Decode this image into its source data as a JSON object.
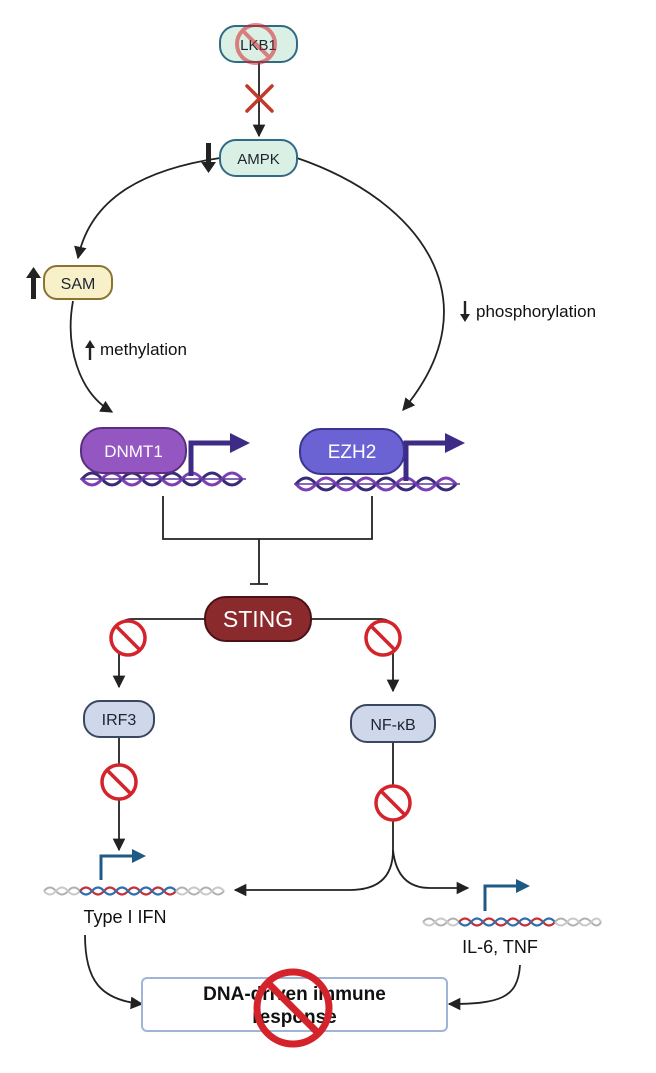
{
  "nodes": {
    "lkb1": "LKB1",
    "ampk": "AMPK",
    "sam": "SAM",
    "dnmt1": "DNMT1",
    "ezh2": "EZH2",
    "sting": "STING",
    "irf3": "IRF3",
    "nfkb": "NF-κB"
  },
  "labels": {
    "methylation": "methylation",
    "phosphorylation": "phosphorylation",
    "type_i_ifn": "Type I IFN",
    "il6_tnf": "IL-6, TNF",
    "outcome_line1": "DNA-driven immune",
    "outcome_line2": "response"
  },
  "icons": {
    "inhibited": "no-symbol-icon",
    "blocked_arrow": "x-mark-icon",
    "decrease": "down-arrow-icon",
    "increase": "up-arrow-icon",
    "transcription": "transcription-start-arrow-icon",
    "dna": "dna-helix-icon"
  },
  "colors": {
    "lkb1_fill": "#dbf0e4",
    "lkb1_stroke": "#2f6a86",
    "ampk_fill": "#dbf0e4",
    "sam_fill": "#f7f0c8",
    "sam_stroke": "#8a7530",
    "dnmt1_fill": "#9457c2",
    "ezh2_fill": "#6b63d4",
    "sting_fill": "#8b2a2d",
    "tf_fill": "#cfd7ea",
    "tf_stroke": "#39485f",
    "inhibit_red": "#d42a2c",
    "prohibit_red": "#d4232b",
    "promoter_arrow": "#3e2b86",
    "gene_arrow": "#1f5a86",
    "outcome_stroke": "#9fb4d7"
  }
}
